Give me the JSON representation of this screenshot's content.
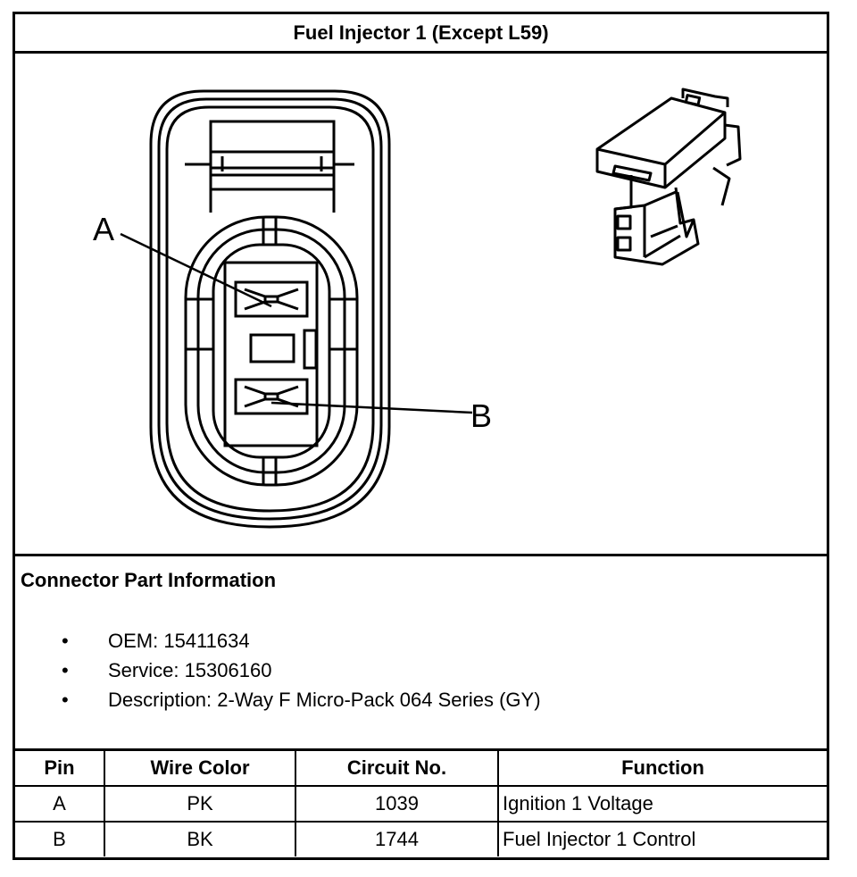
{
  "title": "Fuel Injector 1 (Except L59)",
  "diagram": {
    "pin_labels": [
      "A",
      "B"
    ]
  },
  "part_info": {
    "heading": "Connector Part Information",
    "items": [
      "OEM: 15411634",
      "Service: 15306160",
      "Description: 2-Way F Micro-Pack 064 Series (GY)"
    ]
  },
  "pin_table": {
    "headers": [
      "Pin",
      "Wire Color",
      "Circuit No.",
      "Function"
    ],
    "rows": [
      [
        "A",
        "PK",
        "1039",
        "Ignition 1 Voltage"
      ],
      [
        "B",
        "BK",
        "1744",
        "Fuel Injector 1 Control"
      ]
    ]
  }
}
